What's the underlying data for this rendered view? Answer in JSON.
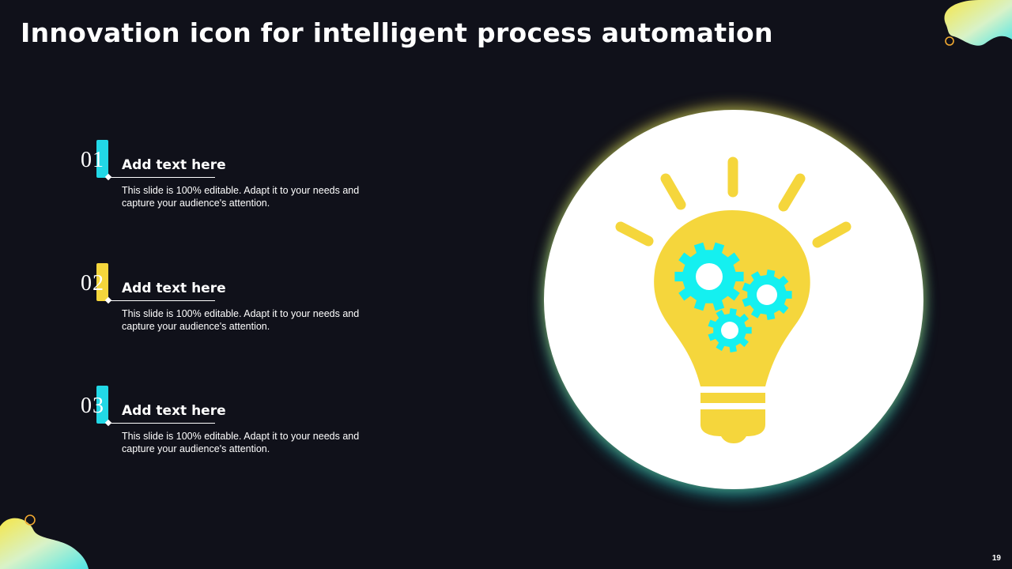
{
  "slide": {
    "title": "Innovation icon for intelligent process automation",
    "page_number": "19"
  },
  "items": [
    {
      "number": "01",
      "heading": "Add text here",
      "body": "This slide is 100% editable. Adapt it to your needs and capture your audience's attention.",
      "accent": "#22d8e6"
    },
    {
      "number": "02",
      "heading": "Add text here",
      "body": "This slide is 100% editable. Adapt it to your needs and capture your audience's attention.",
      "accent": "#f5d63c"
    },
    {
      "number": "03",
      "heading": "Add text here",
      "body": "This slide is 100% editable. Adapt it to your needs and capture your audience's attention.",
      "accent": "#22d8e6"
    }
  ],
  "colors": {
    "background": "#10111a",
    "yellow": "#f5d63c",
    "cyan": "#14f0f0",
    "circle": "#ffffff"
  },
  "icons": [
    "lightbulb-icon",
    "gear-icon"
  ]
}
